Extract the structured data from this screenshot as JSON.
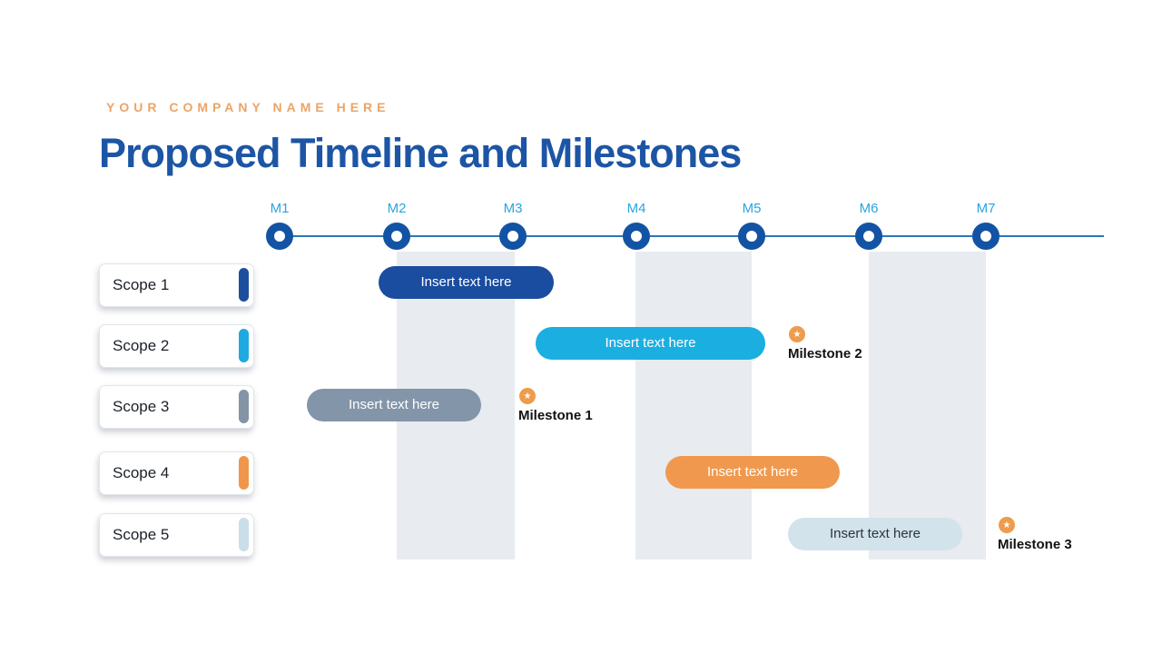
{
  "slide": {
    "company_name": "YOUR COMPANY NAME HERE",
    "title": "Proposed Timeline and Milestones"
  },
  "colors": {
    "company_orange": "#ECA466",
    "title_blue": "#1D55A5",
    "timeline_line": "#2E74B5",
    "marker_fill": "#1353A4",
    "marker_label": "#2AA4DD",
    "band_gray": "#E8EBEF",
    "milestone_orange": "#EE9C4C",
    "milestone_text": "#111111"
  },
  "timeline": {
    "markers": [
      "M1",
      "M2",
      "M3",
      "M4",
      "M5",
      "M6",
      "M7"
    ]
  },
  "scopes": [
    {
      "label": "Scope 1",
      "color": "#1D4F9E"
    },
    {
      "label": "Scope 2",
      "color": "#1FA9E0"
    },
    {
      "label": "Scope 3",
      "color": "#8294A6"
    },
    {
      "label": "Scope 4",
      "color": "#F0964B"
    },
    {
      "label": "Scope 5",
      "color": "#C9DEE9"
    }
  ],
  "bars": [
    {
      "label": "Insert text here",
      "color": "#1A4C9F",
      "text_color": "#FFFFFF"
    },
    {
      "label": "Insert text here",
      "color": "#1BAEE1",
      "text_color": "#FFFFFF"
    },
    {
      "label": "Insert text here",
      "color": "#8295A9",
      "text_color": "#FFFFFF"
    },
    {
      "label": "Insert text here",
      "color": "#F0994E",
      "text_color": "#FFFFFF"
    },
    {
      "label": "Insert text here",
      "color": "#D3E3EB",
      "text_color": "#2A3440"
    }
  ],
  "milestones": [
    {
      "label": "Milestone 1"
    },
    {
      "label": "Milestone 2"
    },
    {
      "label": "Milestone 3"
    }
  ]
}
